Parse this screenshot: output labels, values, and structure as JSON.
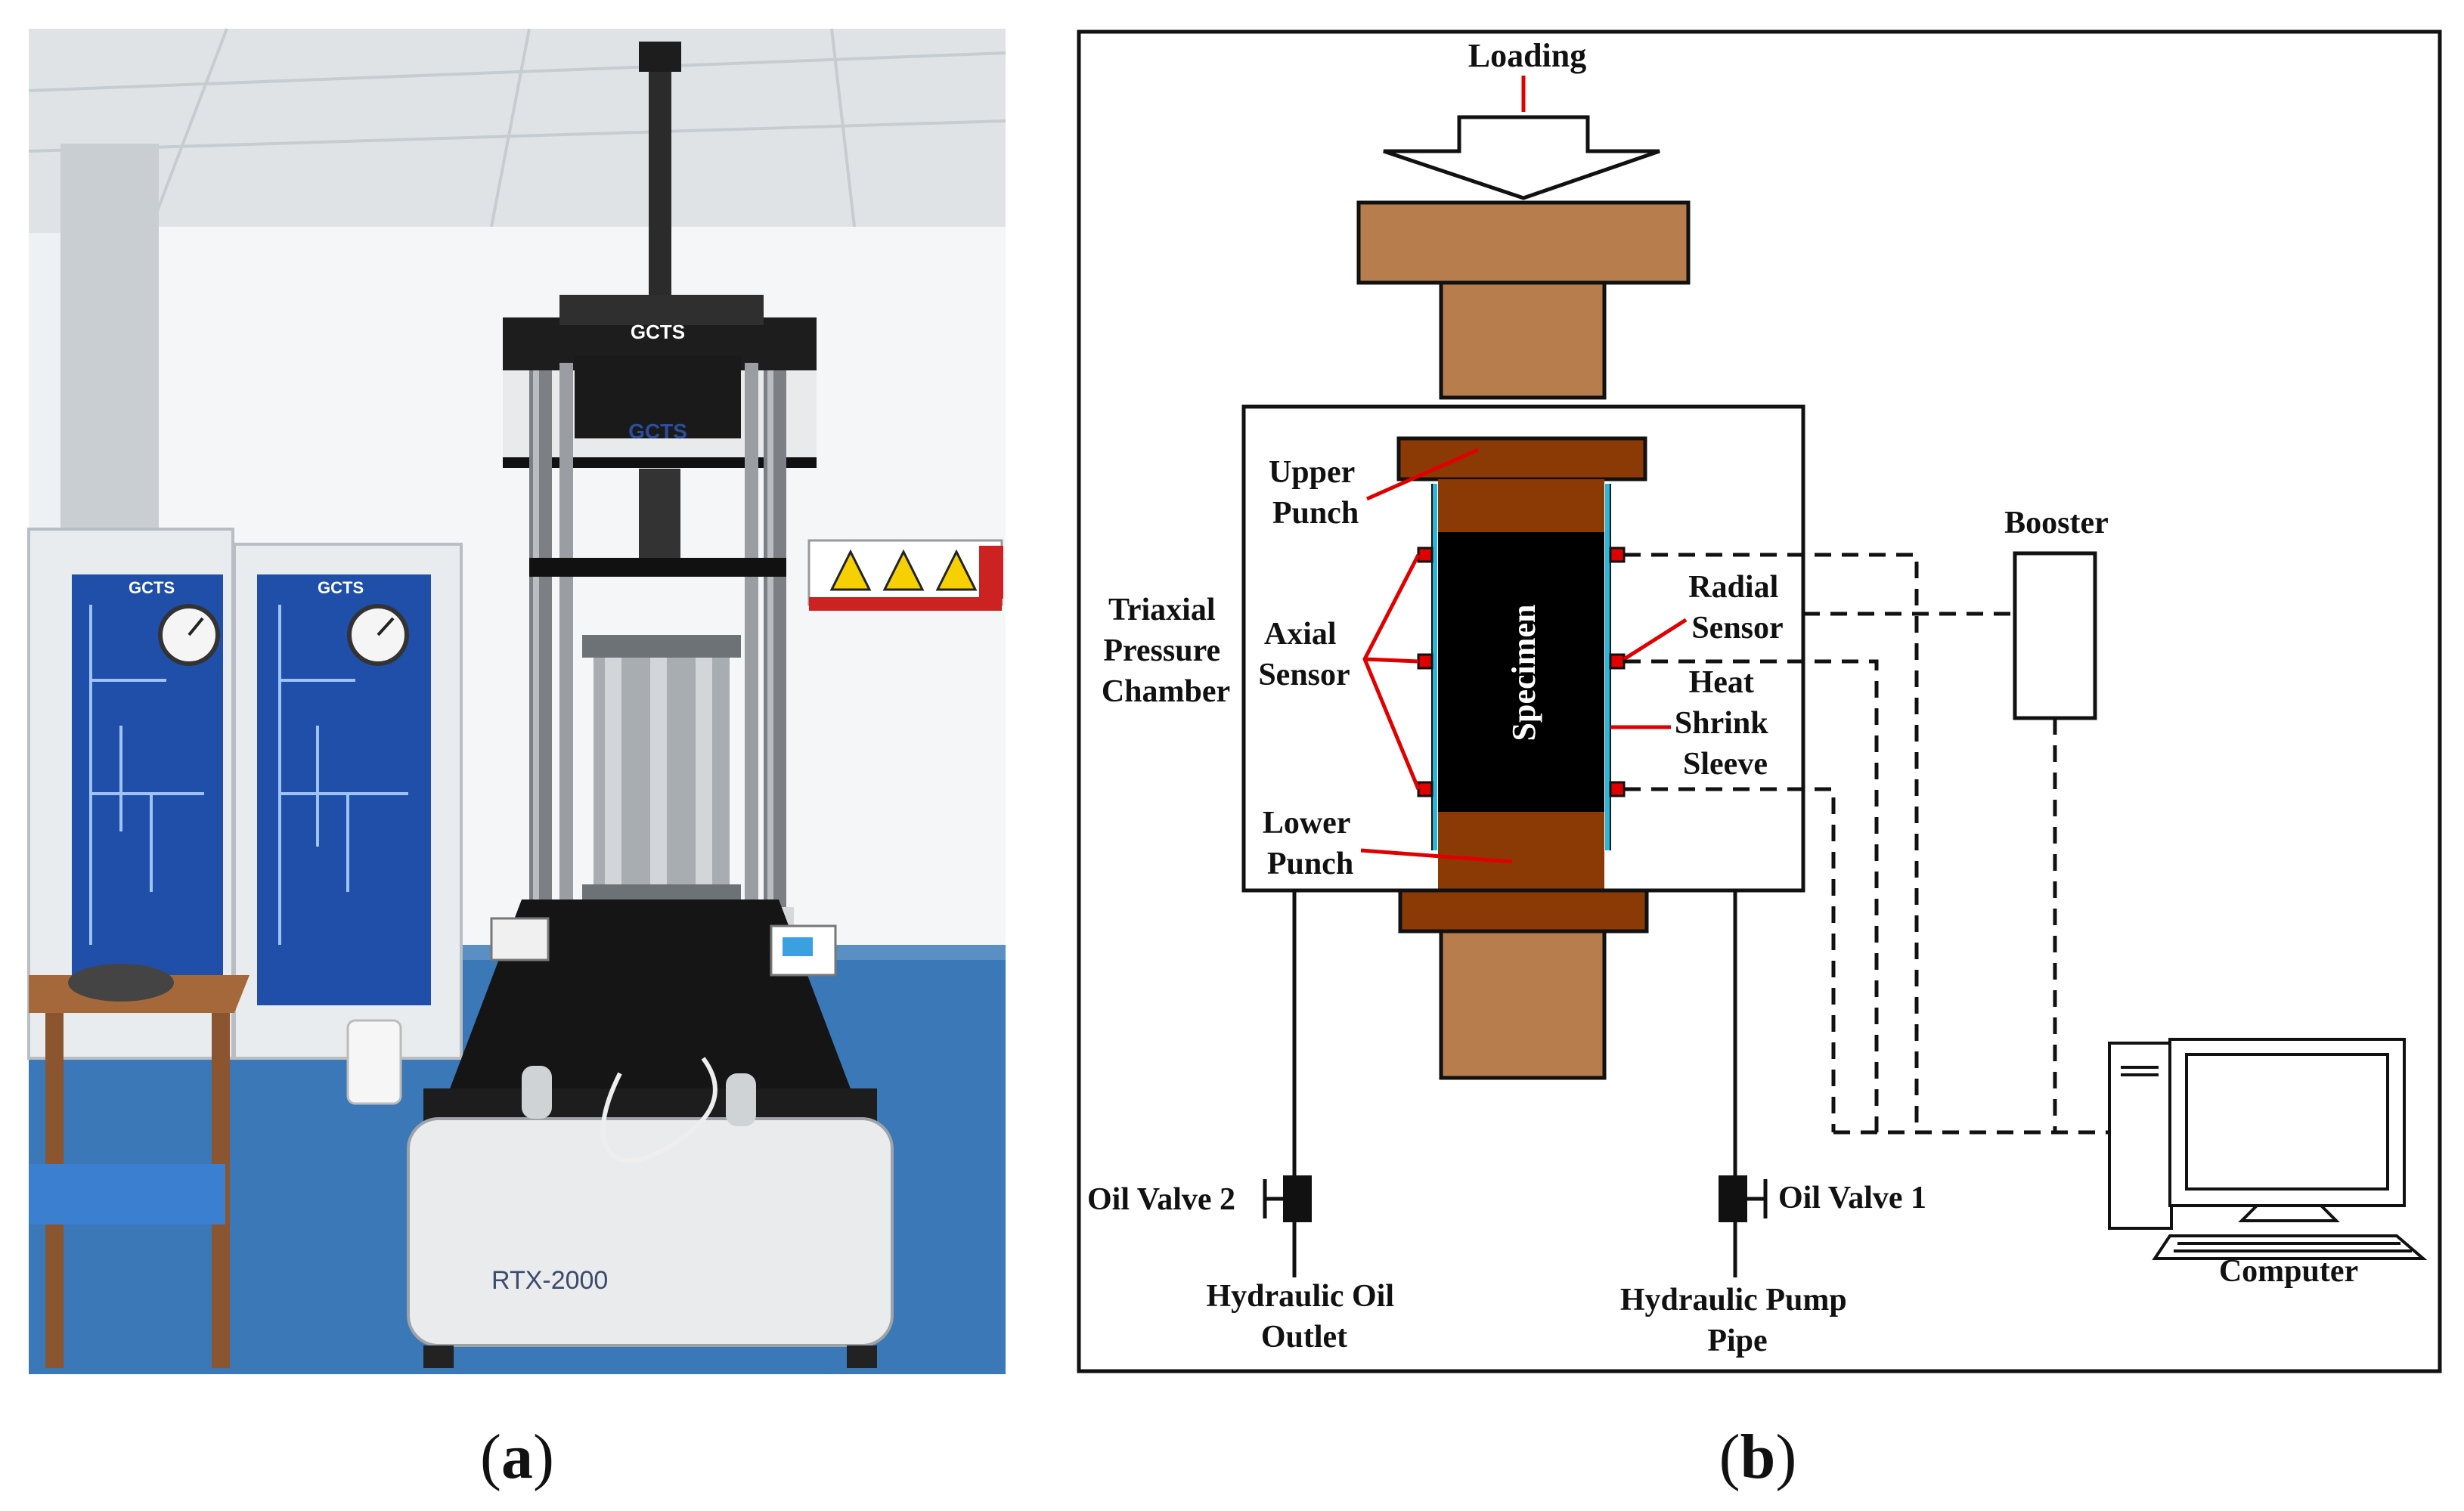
{
  "panels": {
    "a": {
      "caption_open": "(",
      "caption_letter": "a",
      "caption_close": ")"
    },
    "b": {
      "caption_open": "(",
      "caption_letter": "b",
      "caption_close": ")"
    }
  },
  "photo": {
    "brand_top": "GCTS",
    "brand_mid": "GCTS",
    "panel_left_brand": "GCTS",
    "panel_right_brand": "GCTS",
    "model": "RTX-2000"
  },
  "diagram": {
    "loading": "Loading",
    "upper_punch": [
      "Upper",
      "Punch"
    ],
    "triaxial_chamber": [
      "Triaxial",
      "Pressure",
      "Chamber"
    ],
    "axial_sensor": [
      "Axial",
      "Sensor"
    ],
    "specimen": "Specimen",
    "radial_sensor": [
      "Radial",
      "Sensor"
    ],
    "heat_shrink_sleeve": [
      "Heat",
      "Shrink",
      "Sleeve"
    ],
    "lower_punch": [
      "Lower",
      "Punch"
    ],
    "booster": "Booster",
    "computer": "Computer",
    "oil_valve_2": "Oil Valve 2",
    "oil_valve_1": "Oil Valve 1",
    "hydraulic_oil_outlet": [
      "Hydraulic Oil",
      "Outlet"
    ],
    "hydraulic_pump_pipe": [
      "Hydraulic Pump",
      "Pipe"
    ]
  },
  "colors": {
    "punch_light": "#b77d4c",
    "punch_dark": "#8b3a06",
    "specimen": "#000000",
    "sleeve": "#29b6d8",
    "sensor": "#e00000",
    "leader": "#e00000",
    "wall_blue": "#1f4fa8",
    "floor_blue": "#3a78b8"
  }
}
